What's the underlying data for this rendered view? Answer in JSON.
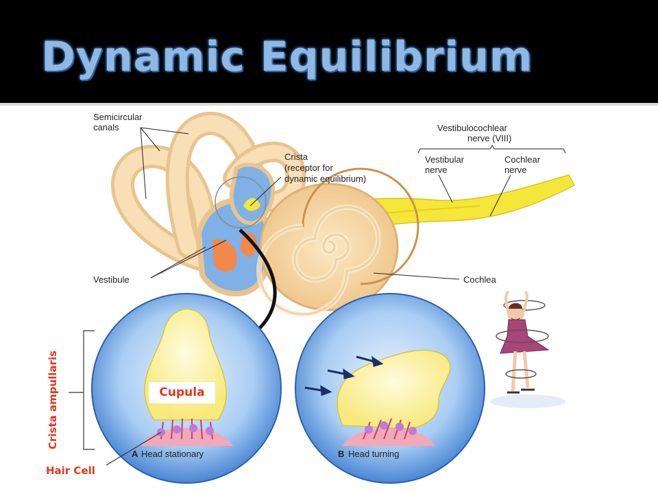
{
  "slide": {
    "title": "Dynamic Equilibrium"
  },
  "labels": {
    "semicircular_canals": [
      "Semicircular",
      "canals"
    ],
    "crista": [
      "Crista",
      "(receptor for",
      "dynamic equilibrium)"
    ],
    "vestibulocochlear": [
      "Vestibulocochlear",
      "nerve (VIII)"
    ],
    "vestibular_nerve": [
      "Vestibular",
      "nerve"
    ],
    "cochlear_nerve": [
      "Cochlear",
      "nerve"
    ],
    "vestibule": "Vestibule",
    "cochlea": "Cochlea",
    "head_stationary_letter": "A",
    "head_stationary": "Head stationary",
    "head_turning_letter": "B",
    "head_turning": "Head turning"
  },
  "annotations": {
    "cupula": "Cupula",
    "crista_ampullaris": "Crista ampullaris",
    "hair_cell": "Hair Cell"
  },
  "colors": {
    "title": "#8fb9e4",
    "annotation": "#e4361c",
    "bone": "#f6d9a6",
    "nerve": "#f5e63a",
    "fluid": "#7fb0e6"
  }
}
